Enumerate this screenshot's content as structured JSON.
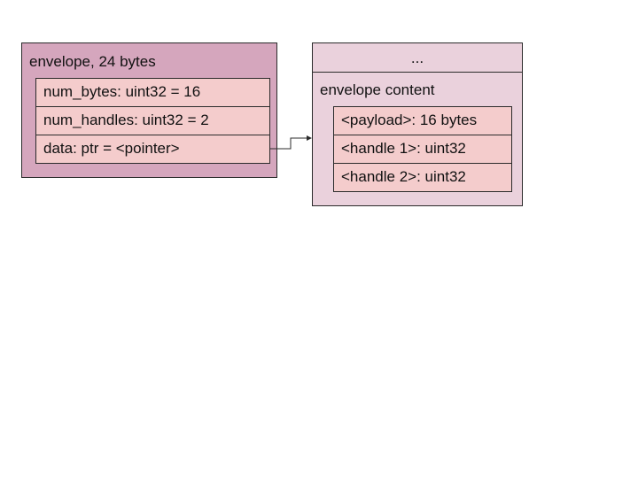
{
  "envelope": {
    "title": "envelope, 24 bytes",
    "fields": [
      "num_bytes: uint32 = 16",
      "num_handles: uint32 = 2",
      "data: ptr = <pointer>"
    ]
  },
  "content": {
    "ellipsis": "...",
    "title": "envelope content",
    "fields": [
      "<payload>: 16 bytes",
      "<handle 1>: uint32",
      "<handle 2>: uint32"
    ]
  },
  "colors": {
    "envelope_fill": "#d5a6bd",
    "field_fill": "#f4cccc",
    "content_fill": "#ead1dc",
    "border": "#2b2b2b"
  }
}
